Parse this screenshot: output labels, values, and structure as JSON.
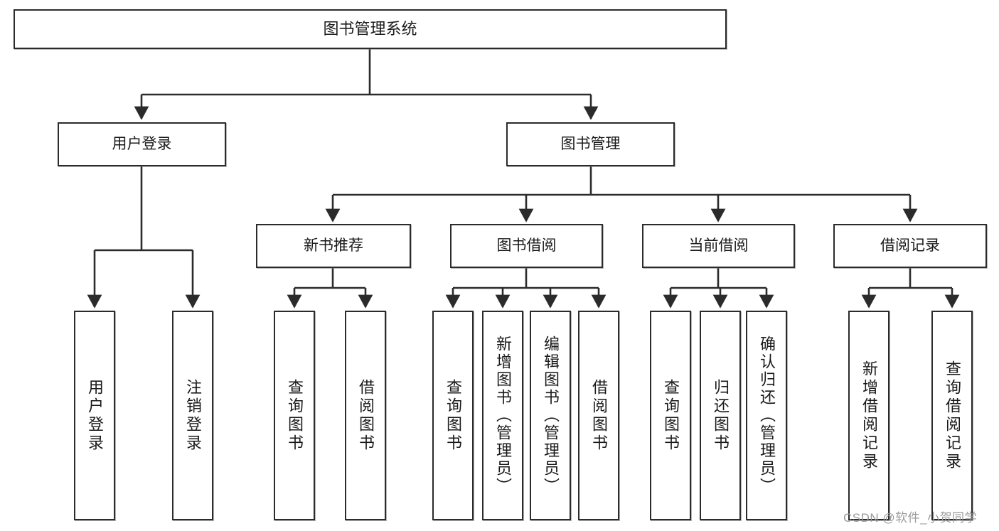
{
  "diagram": {
    "type": "tree",
    "title": "图书管理系统",
    "orientation": "top-down",
    "colors": {
      "node_border": "#2b2b2b",
      "node_fill": "#ffffff",
      "connector": "#2b2b2b",
      "text": "#1a1a1a",
      "watermark": "#9a9a9a"
    },
    "root": {
      "label": "图书管理系统"
    },
    "level1": [
      {
        "label": "用户登录"
      },
      {
        "label": "图书管理"
      }
    ],
    "level2": [
      {
        "label": "新书推荐"
      },
      {
        "label": "图书借阅"
      },
      {
        "label": "当前借阅"
      },
      {
        "label": "借阅记录"
      }
    ],
    "leaves": {
      "user_login": [
        {
          "label": "用户登录"
        },
        {
          "label": "注销登录"
        }
      ],
      "new_book_recommend": [
        {
          "label": "查询图书"
        },
        {
          "label": "借阅图书"
        }
      ],
      "book_borrow": [
        {
          "label": "查询图书"
        },
        {
          "label": "新增图书（管理员）"
        },
        {
          "label": "编辑图书（管理员）"
        },
        {
          "label": "借阅图书"
        }
      ],
      "current_borrow": [
        {
          "label": "查询图书"
        },
        {
          "label": "归还图书"
        },
        {
          "label": "确认归还（管理员）"
        }
      ],
      "borrow_record": [
        {
          "label": "新增借阅记录"
        },
        {
          "label": "查询借阅记录"
        }
      ]
    }
  },
  "watermark": {
    "text": "CSDN @软件_小贺同学"
  }
}
